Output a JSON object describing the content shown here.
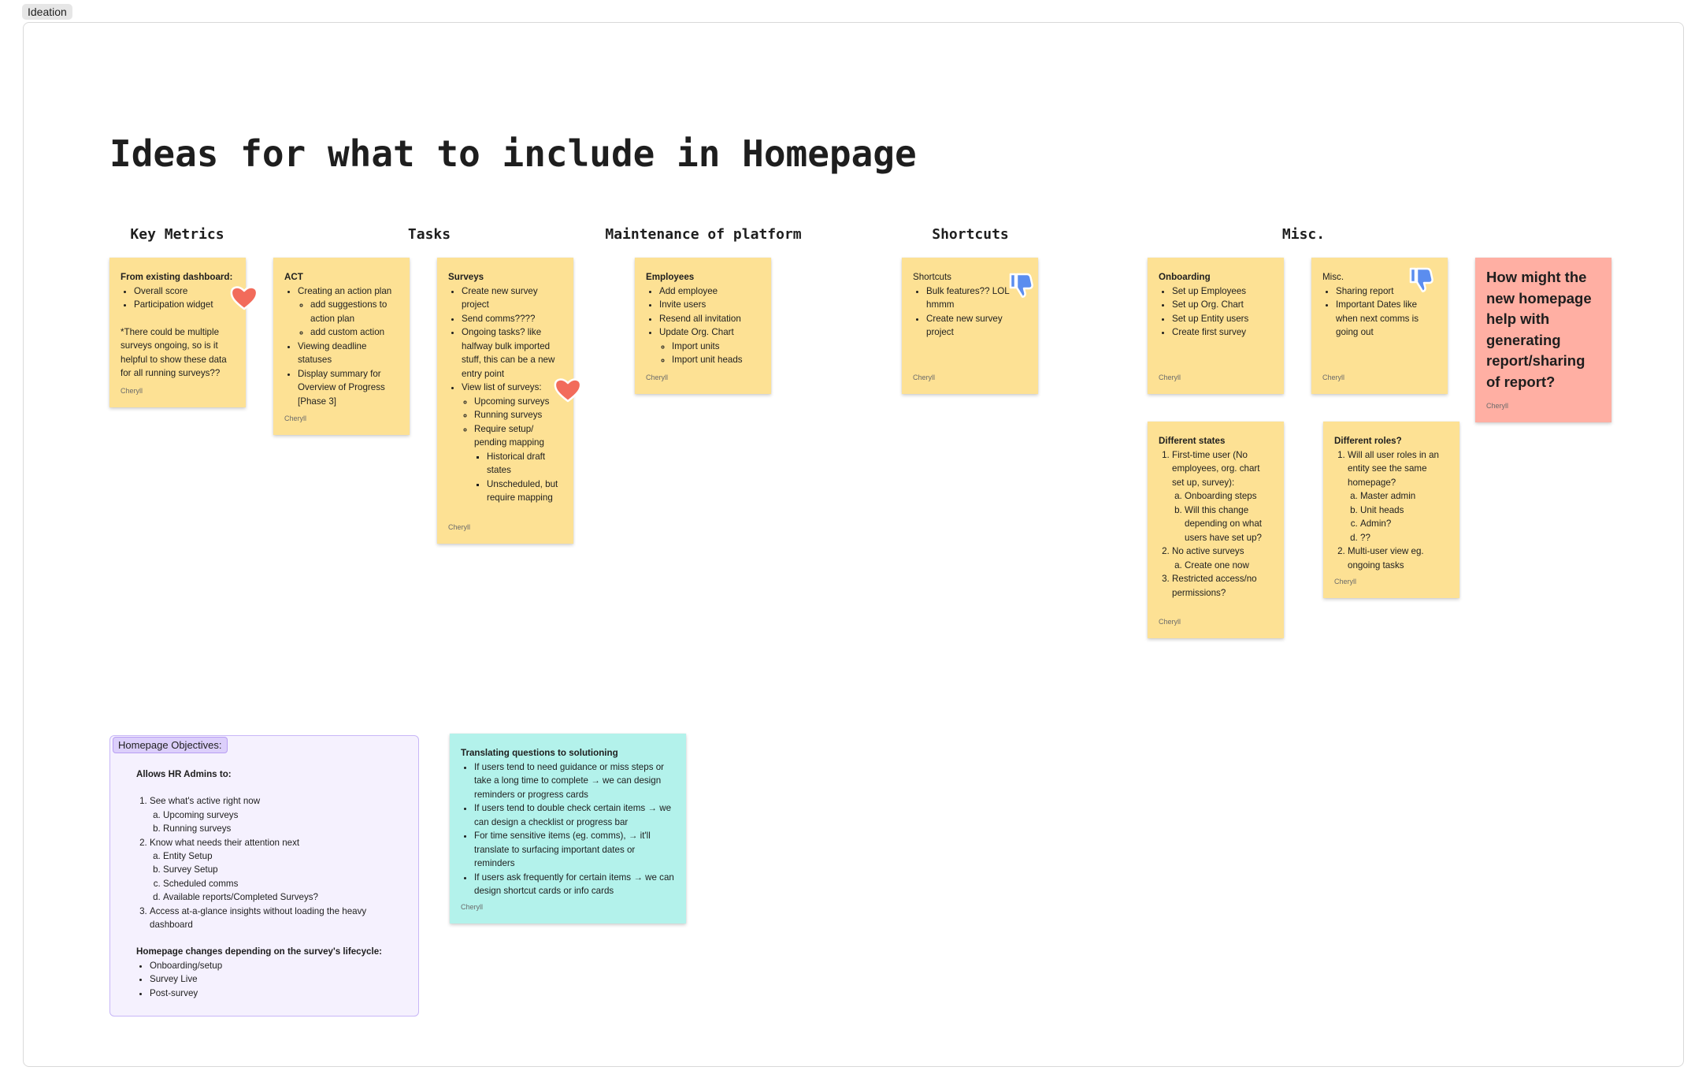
{
  "section": {
    "label": "Ideation"
  },
  "page_title": "Ideas for what to include in Homepage",
  "columns": {
    "key_metrics": "Key Metrics",
    "tasks": "Tasks",
    "maintenance": "Maintenance of platform",
    "shortcuts": "Shortcuts",
    "misc": "Misc."
  },
  "author": "Cheryll",
  "colors": {
    "yellow_sticky": "#fde194",
    "pink_sticky": "#ffafa3",
    "teal_sticky": "#b3f2eb",
    "heart": "#f26b5b",
    "thumbs_down": "#5b8def"
  },
  "stickies": {
    "dashboard": {
      "title": "From existing dashboard:",
      "items": [
        "Overall score",
        "Participation widget"
      ],
      "note": "*There could be multiple surveys ongoing, so is it helpful to show these data for all running surveys??"
    },
    "act": {
      "title": "ACT",
      "item1": "Creating an action plan",
      "sub1": "add suggestions to action plan",
      "sub2": "add custom action",
      "item2": "Viewing deadline statuses",
      "item3": "Display summary for Overview of Progress [Phase 3]"
    },
    "surveys": {
      "title": "Surveys",
      "item1": "Create new survey project",
      "item2": "Send comms????",
      "item3": "Ongoing tasks? like halfway bulk imported stuff, this can be a new entry point",
      "item4": "View list of surveys:",
      "sub1": "Upcoming surveys",
      "sub2": "Running surveys",
      "sub3": "Require setup/ pending mapping",
      "subsub1": "Historical draft states",
      "subsub2": "Unscheduled, but require mapping"
    },
    "employees": {
      "title": "Employees",
      "item1": "Add employee",
      "item2": "Invite users",
      "item3": "Resend all invitation",
      "item4": "Update Org. Chart",
      "sub1": "Import units",
      "sub2": "Import unit heads"
    },
    "shortcuts": {
      "title": "Shortcuts",
      "item1": "Bulk features?? LOL hmmm",
      "item2": "Create new survey project"
    },
    "onboarding": {
      "title": "Onboarding",
      "item1": "Set up Employees",
      "item2": "Set up Org. Chart",
      "item3": "Set up Entity users",
      "item4": "Create first survey"
    },
    "misc": {
      "title": "Misc.",
      "item1": "Sharing report",
      "item2": "Important Dates like when next comms is going out"
    },
    "question": {
      "text": "How might the new homepage help with generating report/sharing of report?"
    },
    "states": {
      "title": "Different states",
      "item1": "First-time user (No employees, org. chart set up, survey):",
      "sub1a": "Onboarding steps",
      "sub1b": "Will this change depending on what users have set up?",
      "item2": "No active surveys",
      "sub2a": "Create one now",
      "item3": "Restricted access/no permissions?"
    },
    "roles": {
      "title": "Different roles?",
      "item1": "Will all user roles in an entity see the same homepage?",
      "sub1a": "Master admin",
      "sub1b": "Unit heads",
      "sub1c": "Admin?",
      "sub1d": "??",
      "item2": "Multi-user view eg. ongoing tasks"
    },
    "translating": {
      "title": "Translating questions to solutioning",
      "item1": "If users tend to need guidance or miss steps or take a long time to complete → we can design reminders or progress cards",
      "item2": "If users tend to double check certain items → we can design a checklist or progress bar",
      "item3": "For time sensitive items (eg. comms), → it'll translate to surfacing important dates or reminders",
      "item4": "If users ask frequently for certain items → we can design shortcut cards or info cards"
    }
  },
  "objectives": {
    "label": "Homepage Objectives:",
    "allows": "Allows HR Admins to:",
    "item1": "See what's active right now",
    "sub1a": "Upcoming surveys",
    "sub1b": "Running surveys",
    "item2": "Know what needs their attention next",
    "sub2a": "Entity Setup",
    "sub2b": "Survey Setup",
    "sub2c": "Scheduled comms",
    "sub2d": "Available reports/Completed Surveys?",
    "item3": "Access at-a-glance insights without loading the heavy dashboard",
    "lifecycle": "Homepage changes depending on the survey's lifecycle:",
    "life1": "Onboarding/setup",
    "life2": "Survey Live",
    "life3": "Post-survey"
  }
}
